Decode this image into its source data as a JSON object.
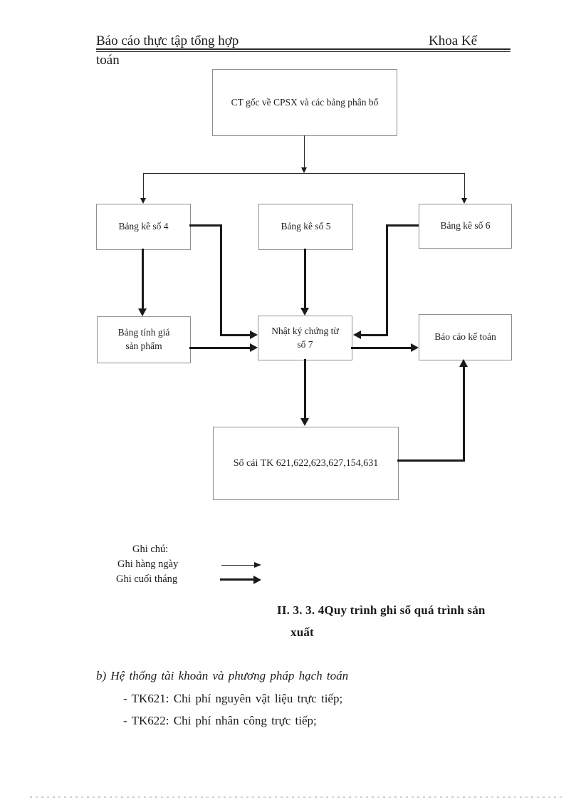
{
  "header": {
    "left_title": "Báo cáo thực tập tổng hợp",
    "right_title": "Khoa Kế",
    "wrapped_word": "toán"
  },
  "diagram": {
    "boxes": {
      "ct_goc": "CT gốc về CPSX và các bảng phân bổ",
      "bang_ke_4": "Bảng kê số 4",
      "bang_ke_5": "Bảng kê số 5",
      "bang_ke_6": "Bảng kê số 6",
      "bang_tinh_gia": [
        "Bảng tính giá",
        "sản phẩm"
      ],
      "nhat_ky": [
        "Nhật ký chứng từ",
        "số 7"
      ],
      "bao_cao": "Báo cáo kế toán",
      "so_cai": "Sổ cái TK 621,622,623,627,154,631"
    },
    "legend": {
      "title": "Ghi chú:",
      "daily": "Ghi hàng ngày",
      "monthly": "Ghi cuối tháng"
    }
  },
  "caption": {
    "line1": "II. 3. 3. 4Quy trình ghi sổ quá trình sản",
    "line2": "xuất"
  },
  "body": {
    "heading": "b) Hệ thống tài khoản và phương pháp hạch toán",
    "items": [
      "- TK621: Chi phí nguyên vật liệu trực tiếp;",
      "- TK622: Chi phí nhân công trực tiếp;"
    ]
  },
  "colors": {
    "box_border": "#8f8f8f",
    "arrow": "#1a1a1a",
    "text": "#1a1a1a",
    "footer_dot_pink": "#dfc3cf",
    "footer_dot_green": "#c9dbc9"
  }
}
